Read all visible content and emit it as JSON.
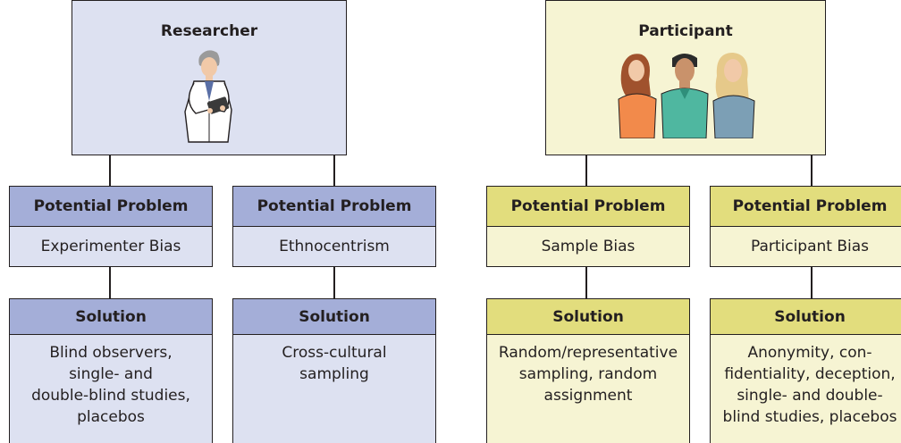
{
  "researcher": {
    "title": "Researcher",
    "branches": [
      {
        "problem_header": "Potential Problem",
        "problem": "Experimenter Bias",
        "solution_header": "Solution",
        "solution": "Blind observers,\nsingle- and\ndouble-blind studies,\nplacebos"
      },
      {
        "problem_header": "Potential Problem",
        "problem": "Ethnocentrism",
        "solution_header": "Solution",
        "solution": "Cross-cultural\nsampling"
      }
    ]
  },
  "participant": {
    "title": "Participant",
    "branches": [
      {
        "problem_header": "Potential Problem",
        "problem": "Sample Bias",
        "solution_header": "Solution",
        "solution": "Random/representative\nsampling, random\nassignment"
      },
      {
        "problem_header": "Potential Problem",
        "problem": "Participant Bias",
        "solution_header": "Solution",
        "solution": "Anonymity, con-\nfidentiality, deception,\nsingle- and double-\nblind studies, placebos"
      }
    ]
  },
  "colors": {
    "researcher_dark": "#a4aed8",
    "researcher_light": "#dde1f1",
    "participant_dark": "#e2dd7d",
    "participant_light": "#f6f4d3"
  }
}
